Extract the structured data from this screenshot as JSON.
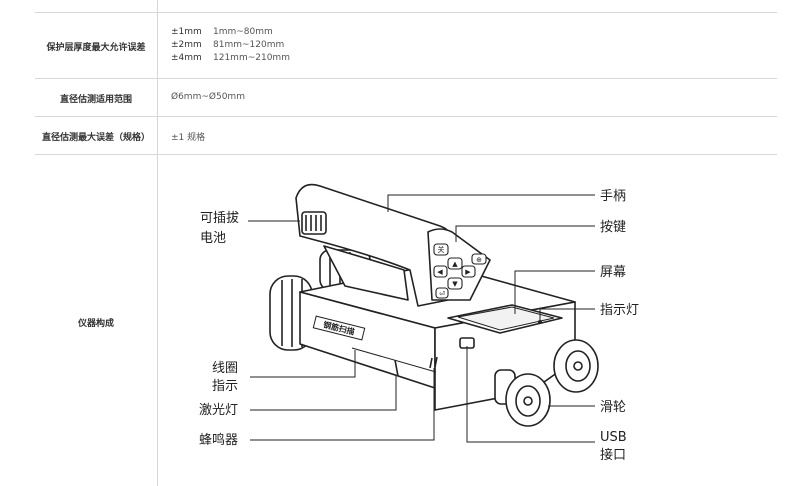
{
  "rows": [
    {
      "label": "保护层厚度最大允许误差",
      "values": [
        {
          "tol": "±1mm",
          "range": "1mm~80mm"
        },
        {
          "tol": "±2mm",
          "range": "81mm~120mm"
        },
        {
          "tol": "±4mm",
          "range": "121mm~210mm"
        }
      ]
    },
    {
      "label": "直径估测适用范围",
      "value": "Ø6mm~Ø50mm"
    },
    {
      "label": "直径估测最大误差（规格）",
      "value": "±1 规格"
    },
    {
      "label": "仪器构成"
    }
  ],
  "callouts": {
    "handle": "手柄",
    "keys": "按键",
    "screen": "屏幕",
    "indicator_light": "指示灯",
    "pulley": "滑轮",
    "usb_line1": "USB",
    "usb_line2": "接口",
    "battery_line1": "可插拔",
    "battery_line2": "电池",
    "coil_line1": "线圈",
    "coil_line2": "指示",
    "laser": "激光灯",
    "buzzer": "蜂鸣器"
  },
  "device": {
    "key_labels": [
      "关",
      "▲",
      "◀",
      "▶",
      "▼",
      "⏎",
      "⊕"
    ],
    "side_panel_text": "钢筋扫描",
    "colors": {
      "outline": "#222222",
      "body": "#ffffff",
      "screen": "#f2f2f2",
      "table_line": "#d8d8d8"
    }
  }
}
